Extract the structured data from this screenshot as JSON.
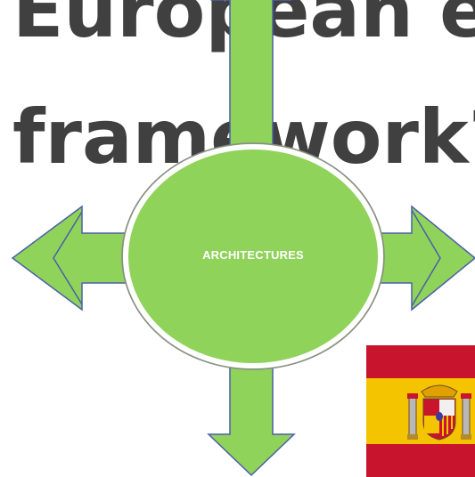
{
  "slide": {
    "title_line_1": "European eID",
    "title_line_2": "framework?"
  },
  "diagram": {
    "hub_label": "ARCHITECTURES",
    "arrows": [
      "up",
      "left",
      "right",
      "down"
    ],
    "colors": {
      "fill": "#8fd35a",
      "outline": "#6b6b6b",
      "arrow_outline": "#4b5fa8",
      "text": "#ffffff"
    }
  },
  "flag": {
    "icon": "spain-flag-icon",
    "colors": {
      "red": "#c8142c",
      "yellow": "#f5c400"
    }
  }
}
